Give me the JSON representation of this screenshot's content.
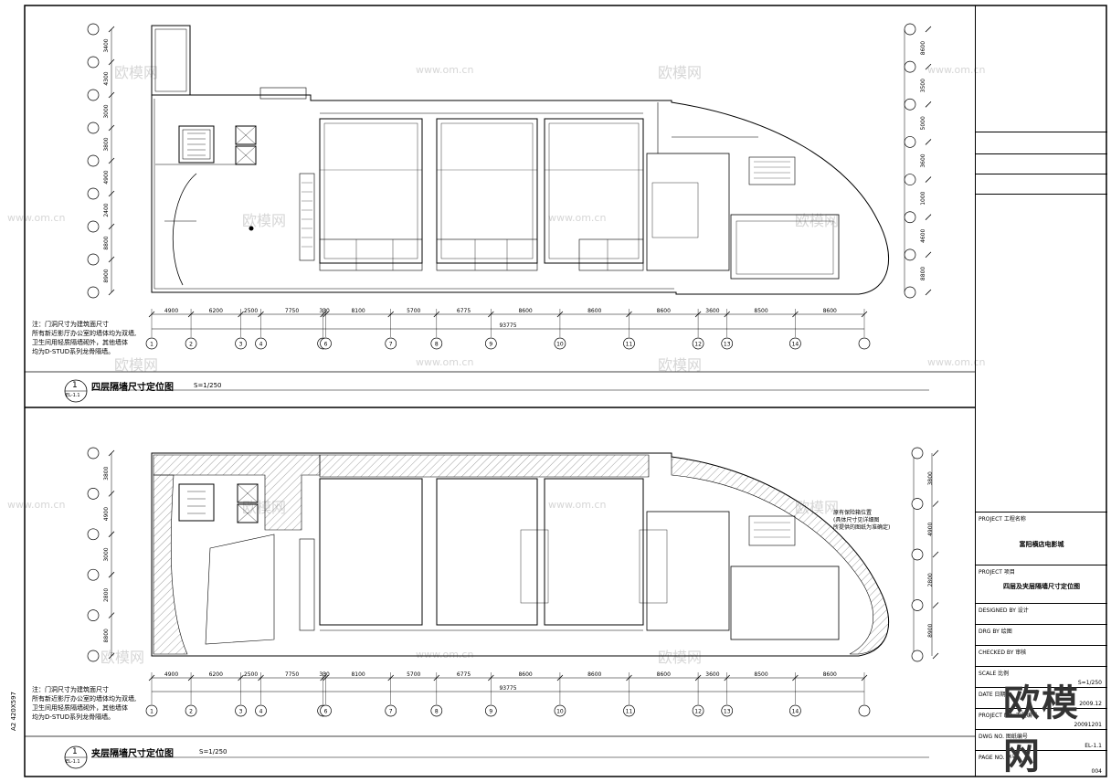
{
  "watermarks": {
    "brand": "欧模网",
    "url": "www.om.cn"
  },
  "logo": "欧模网",
  "sheet_code": "A2 420X597",
  "plan_top": {
    "title": "四层隔墙尺寸定位图",
    "scale": "S=1/250",
    "callout_num": "1",
    "callout_ref": "EL-1.1",
    "note_lines": [
      "注：门洞尺寸为建筑面尺寸",
      "所有新近影厅办公室的墙体均为双墙,",
      "卫生间用轻质隔墙砌外，其他墙体",
      "均为D-STUD系列龙骨隔墙。"
    ],
    "bottom_dims": [
      "4900",
      "6200",
      "2500",
      "7750",
      "330",
      "8100",
      "5700",
      "6775",
      "8600",
      "8600",
      "8600",
      "3600",
      "8500",
      "8600"
    ],
    "total_dim": "93775",
    "axis_bottom": [
      "1",
      "2",
      "3",
      "4",
      "5",
      "6",
      "7",
      "8",
      "9",
      "10",
      "11",
      "12",
      "13",
      "14"
    ],
    "left_dims": [
      "3400",
      "4300",
      "3000",
      "3800",
      "4900",
      "2400",
      "8800",
      "8900"
    ],
    "right_dims": [
      "8600",
      "3500",
      "5000",
      "3600",
      "1000",
      "4600",
      "8800"
    ]
  },
  "plan_bottom": {
    "title": "夹层隔墙尺寸定位图",
    "scale": "S=1/250",
    "callout_num": "1",
    "callout_ref": "EL-1.1",
    "note_lines": [
      "注：门洞尺寸为建筑面尺寸",
      "所有新近影厅办公室的墙体均为双墙,",
      "卫生间用轻质隔墙砌外，其他墙体",
      "均为D-STUD系列龙骨隔墙。"
    ],
    "bottom_dims": [
      "4900",
      "6200",
      "2500",
      "7750",
      "330",
      "8100",
      "5700",
      "6775",
      "8600",
      "8600",
      "8600",
      "3600",
      "8500",
      "8600"
    ],
    "total_dim": "93775",
    "axis_bottom": [
      "1",
      "2",
      "3",
      "4",
      "5",
      "6",
      "7",
      "8",
      "9",
      "10",
      "11",
      "12",
      "13",
      "14"
    ],
    "left_dims": [
      "3800",
      "4900",
      "3000",
      "2800",
      "8800"
    ],
    "right_dims": [
      "3800",
      "4900",
      "2800",
      "8900"
    ],
    "annotation_lines": [
      "原有保险箱位置",
      "(具体尺寸见详细图",
      "所提供的图纸为准确定)"
    ]
  },
  "title_block": {
    "project_label": "PROJECT 工程名称",
    "project_value": "富阳横店电影城",
    "item_label": "PROJECT 项目",
    "item_value": "四层及夹层隔墙尺寸定位图",
    "designed_label": "DESIGNED BY 设计",
    "drawn_label": "DRG BY 绘图",
    "checked_label": "CHECKED BY 审核",
    "scale_label": "SCALE 比例",
    "scale_value": "S=1/250",
    "date_label": "DATE 日期",
    "date_value": "2009.12",
    "projno_label": "PROJECT NO. 工程编号",
    "projno_value": "20091201",
    "dwgno_label": "DWG NO. 图纸编号",
    "dwgno_value": "EL-1.1",
    "page_label": "PAGE NO. 序号",
    "page_value": "004"
  }
}
